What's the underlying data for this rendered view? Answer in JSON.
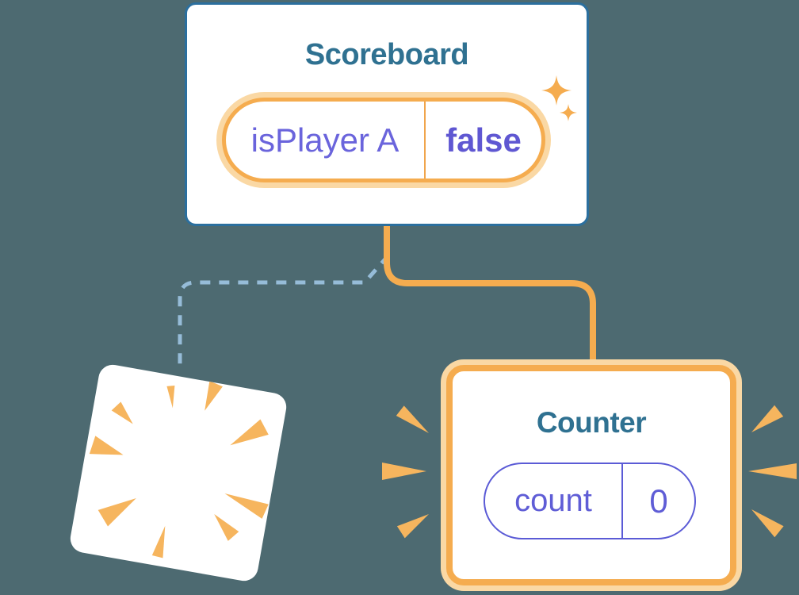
{
  "scoreboard_card": {
    "title": "Scoreboard",
    "state_pill": {
      "key": "isPlayer A",
      "value": "false"
    }
  },
  "counter_card": {
    "title": "Counter",
    "state_pill": {
      "key": "count",
      "value": "0"
    }
  },
  "colors": {
    "background": "#4D6A71",
    "card_white": "#FFFFFF",
    "card_blue_border": "#2B6F9E",
    "title_teal": "#2F7191",
    "accent_orange": "#F5AC4F",
    "accent_orange_light": "#FAD8A4",
    "ray_orange": "#F6B55E",
    "state_purple": "#5F5DD6",
    "dashed_blue": "#96BCD8"
  }
}
